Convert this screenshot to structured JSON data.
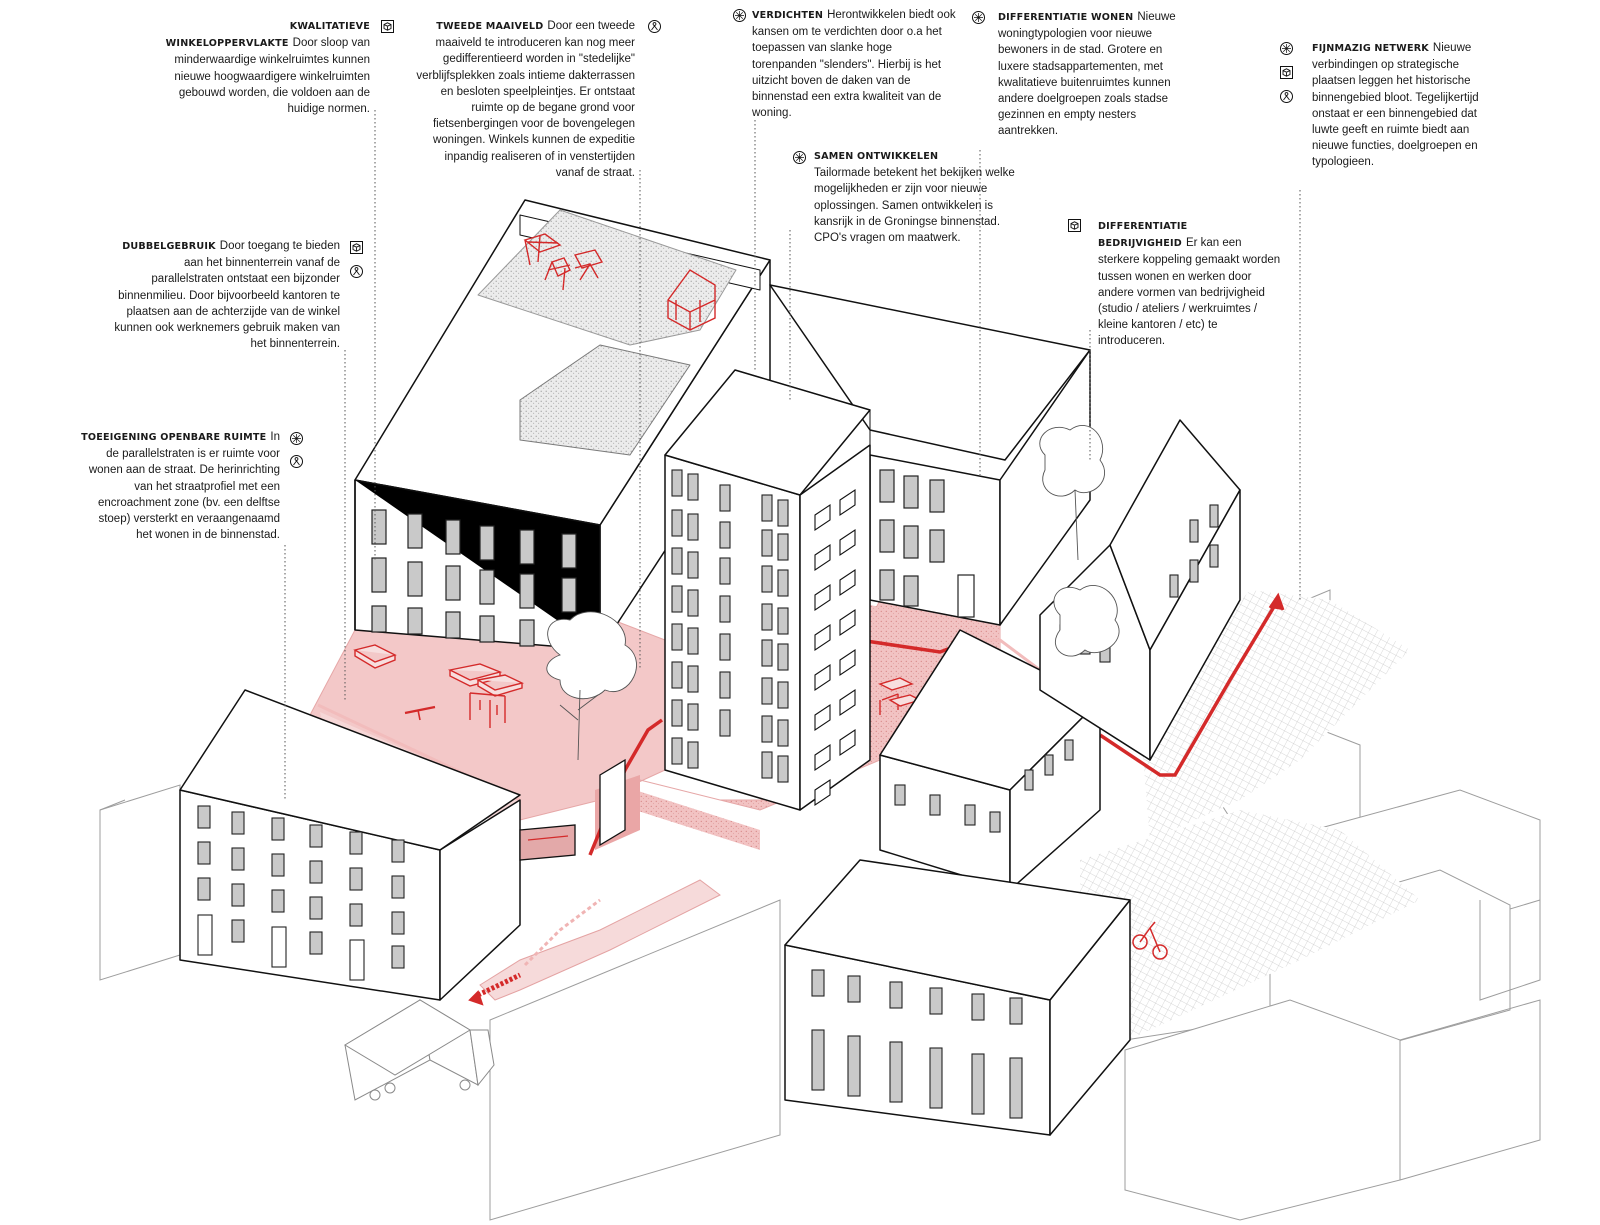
{
  "annotations": [
    {
      "title": "KWALITATIEVE WINKELOPPERVLAKTE",
      "body": "Door sloop van minderwaardige winkelruimtes kunnen nieuwe hoogwaardigere winkelruimten gebouwd worden, die voldoen aan de huidige normen.",
      "icons": [
        "box-icon"
      ]
    },
    {
      "title": "TWEEDE MAAIVELD",
      "body": "Door een tweede maaiveld te introduceren kan nog meer gedifferentieerd worden in \"stedelijke\" verblijfsplekken zoals intieme dakterrassen en besloten speelpleintjes. Er ontstaat ruimte op de begane grond voor fietsenbergingen voor de bovengelegen woningen. Winkels kunnen de expeditie inpandig realiseren of in venstertijden vanaf de straat.",
      "icons": [
        "person-icon"
      ]
    },
    {
      "title": "VERDICHTEN",
      "body": "Herontwikkelen biedt ook kansen om te verdichten door o.a het toepassen van slanke hoge torenpanden \"slenders\". Hierbij is het uitzicht boven de daken van de binnenstad een extra kwaliteit van de woning.",
      "icons": [
        "compass-icon"
      ]
    },
    {
      "title": "DIFFERENTIATIE WONEN",
      "body": "Nieuwe woningtypologien voor nieuwe bewoners in de stad. Grotere en luxere stadsappartementen, met kwalitatieve buitenruimtes kunnen andere doelgroepen zoals stadse gezinnen en empty nesters aantrekken.",
      "icons": [
        "compass-icon"
      ]
    },
    {
      "title": "FIJNMAZIG NETWERK",
      "body": "Nieuwe verbindingen op strategische plaatsen leggen het historische binnengebied bloot. Tegelijkertijd onstaat er een binnengebied dat luwte geeft en ruimte biedt aan nieuwe functies, doelgroepen en typologieen.",
      "icons": [
        "compass-icon",
        "box-icon",
        "person-icon"
      ]
    },
    {
      "title": "SAMEN ONTWIKKELEN",
      "body": "Tailormade betekent het bekijken welke mogelijkheden er zijn voor nieuwe oplossingen. Samen ontwikkelen is kansrijk in de Groningse binnenstad. CPO's vragen om maatwerk.",
      "icons": [
        "compass-icon"
      ]
    },
    {
      "title": "DUBBELGEBRUIK",
      "body": "Door toegang te bieden aan het binnenterrein vanaf de parallelstraten ontstaat een bijzonder binnenmilieu. Door bijvoorbeeld kantoren te plaatsen aan de achterzijde van de winkel kunnen ook werknemers gebruik maken van het binnenterrein.",
      "icons": [
        "box-icon",
        "person-icon"
      ]
    },
    {
      "title": "DIFFERENTIATIE BEDRIJVIGHEID",
      "body": "Er kan een sterkere koppeling gemaakt worden tussen wonen en werken door andere vormen van bedrijvigheid (studio / ateliers / werkruimtes / kleine kantoren / etc) te introduceren.",
      "icons": [
        "box-icon"
      ]
    },
    {
      "title": "TOEEIGENING OPENBARE RUIMTE",
      "body": "In de parallelstraten is er ruimte voor wonen aan de straat. De herinrichting van het straatprofiel met een encroachment zone (bv. een delftse stoep) versterkt en veraangenaamd het wonen in de binnenstad.",
      "icons": [
        "compass-icon",
        "person-icon"
      ]
    }
  ],
  "colors": {
    "accent": "#d42a2a",
    "accent_fill": "#f3c9c9",
    "line": "#111111",
    "ghost_line": "#9a9a9a",
    "window": "#c9c9c9"
  }
}
